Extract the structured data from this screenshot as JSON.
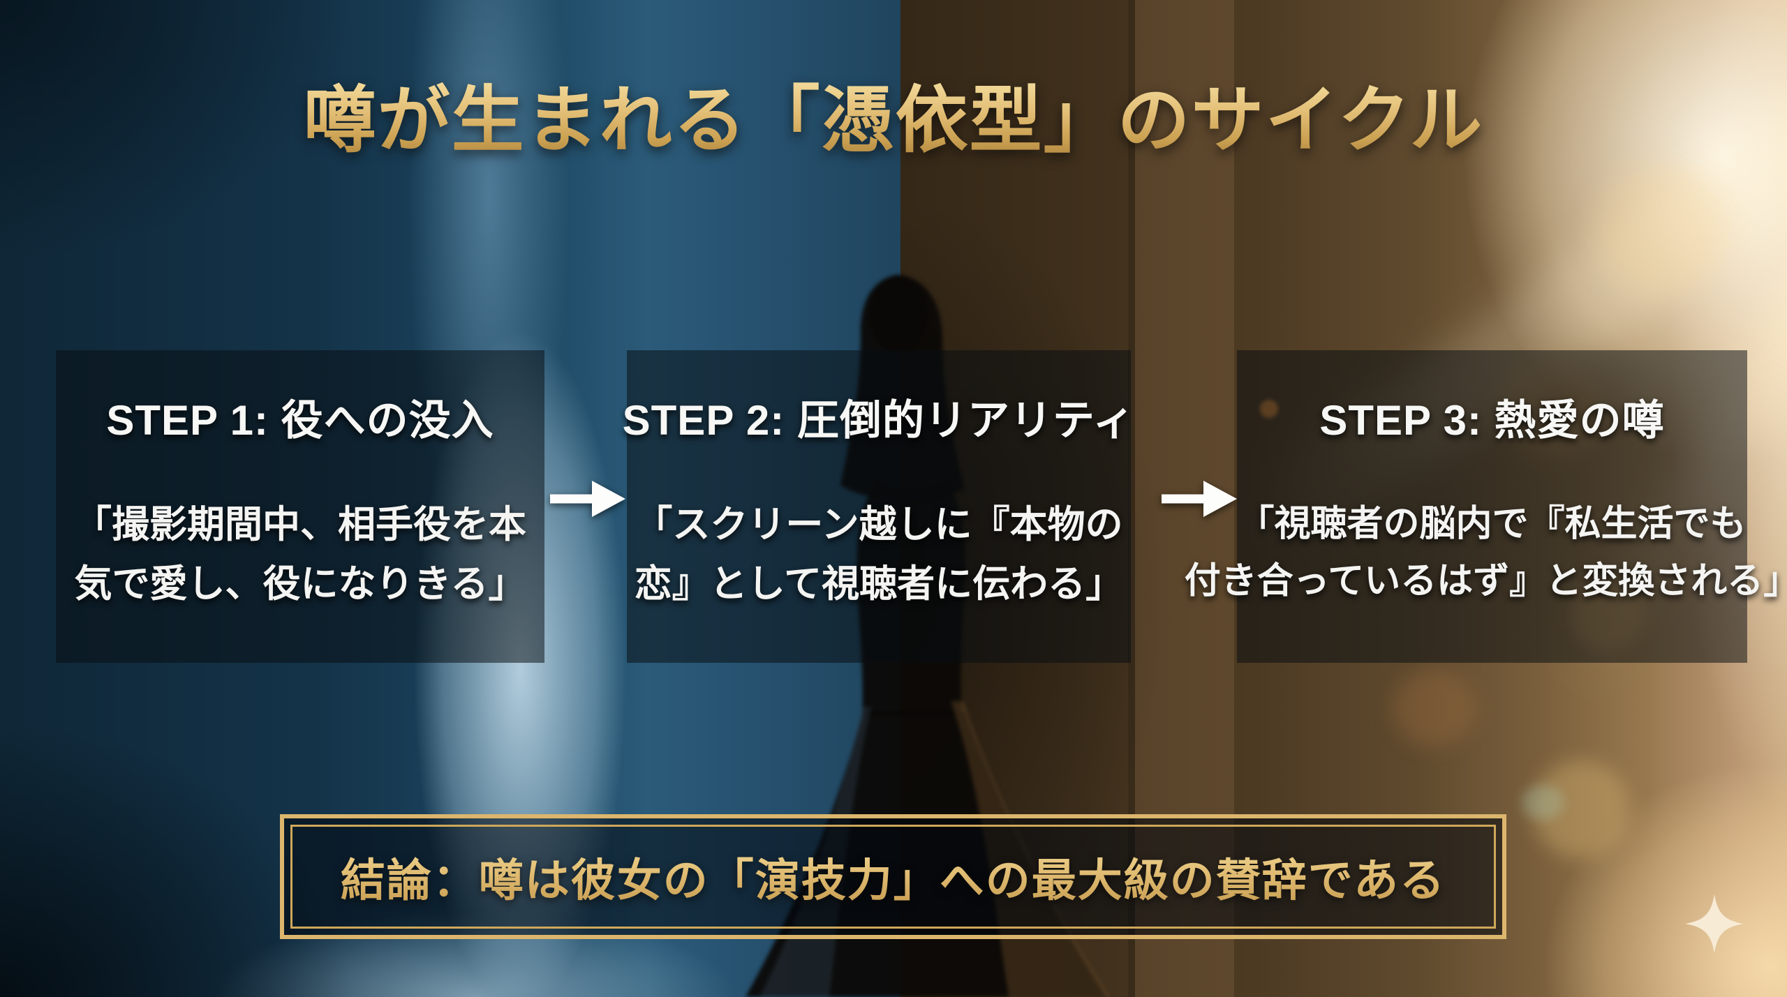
{
  "slide": {
    "title": "噂が生まれる「憑依型」のサイクル",
    "steps": [
      {
        "heading": "STEP 1: 役への没入",
        "body": "「撮影期間中、相手役を本\n気で愛し、役になりきる」"
      },
      {
        "heading": "STEP 2: 圧倒的リアリティ",
        "body": "「スクリーン越しに『本物の\n恋』として視聴者に伝わる」"
      },
      {
        "heading": "STEP 3: 熱愛の噂",
        "body": "「視聴者の脳内で『私生活でも\n付き合っているはず』と変換される」"
      }
    ],
    "conclusion": "結論：噂は彼女の「演技力」への最大級の賛辞である"
  },
  "icons": {
    "arrow": "arrow-right-icon",
    "sparkle": "four-point-star-icon",
    "figure": "woman-silhouette"
  },
  "colors": {
    "title_gold": "#d9b269",
    "gold_highlight": "#f2d894",
    "gold_deep": "#a87e3a",
    "border_gold": "#dcb66d",
    "step_text": "#f7f7f5",
    "arrow_white": "#fdfdfc",
    "box_overlay": "rgba(8,13,18,0.52)",
    "bg_blue": "#1d4762",
    "bg_brown": "#5f4a2e",
    "light_band_blue": "#bed8e7",
    "glow_warm": "#fcf1d9"
  }
}
